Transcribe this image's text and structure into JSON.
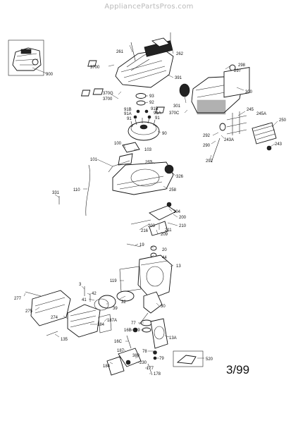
{
  "watermark": "AppliancePartsPros.com",
  "date_code": "3/99",
  "callouts": [
    {
      "id": "c900",
      "text": "900"
    },
    {
      "id": "c261",
      "text": "261"
    },
    {
      "id": "c262",
      "text": "262"
    },
    {
      "id": "c3700a",
      "text": "3700"
    },
    {
      "id": "c391",
      "text": "391"
    },
    {
      "id": "c298",
      "text": "298"
    },
    {
      "id": "c297",
      "text": "297"
    },
    {
      "id": "c300",
      "text": "300"
    },
    {
      "id": "c370g",
      "text": "370G"
    },
    {
      "id": "c3700b",
      "text": "3700"
    },
    {
      "id": "c93",
      "text": "93"
    },
    {
      "id": "c92",
      "text": "92"
    },
    {
      "id": "c301",
      "text": "301"
    },
    {
      "id": "c91b1",
      "text": "91B"
    },
    {
      "id": "c91b2",
      "text": "91B"
    },
    {
      "id": "c91a1",
      "text": "91A"
    },
    {
      "id": "c91a2",
      "text": "91A"
    },
    {
      "id": "c91_1",
      "text": "91"
    },
    {
      "id": "c91_2",
      "text": "91"
    },
    {
      "id": "c370c",
      "text": "370C"
    },
    {
      "id": "c245",
      "text": "245"
    },
    {
      "id": "c245a",
      "text": "245A"
    },
    {
      "id": "c250",
      "text": "250"
    },
    {
      "id": "c90",
      "text": "90"
    },
    {
      "id": "c292a",
      "text": "292"
    },
    {
      "id": "c290",
      "text": "290"
    },
    {
      "id": "c243a",
      "text": "243A"
    },
    {
      "id": "c243",
      "text": "243"
    },
    {
      "id": "c100",
      "text": "100"
    },
    {
      "id": "c103",
      "text": "103"
    },
    {
      "id": "c292b",
      "text": "292"
    },
    {
      "id": "c101",
      "text": "101"
    },
    {
      "id": "c257",
      "text": "257"
    },
    {
      "id": "c326",
      "text": "326"
    },
    {
      "id": "c110",
      "text": "110"
    },
    {
      "id": "c258",
      "text": "258"
    },
    {
      "id": "c331",
      "text": "331"
    },
    {
      "id": "c204",
      "text": "204"
    },
    {
      "id": "c200",
      "text": "200"
    },
    {
      "id": "c203",
      "text": "203"
    },
    {
      "id": "c210",
      "text": "210"
    },
    {
      "id": "c216",
      "text": "216"
    },
    {
      "id": "c211",
      "text": "211"
    },
    {
      "id": "c209",
      "text": "209"
    },
    {
      "id": "c19",
      "text": "19"
    },
    {
      "id": "c20",
      "text": "20"
    },
    {
      "id": "c44",
      "text": "44"
    },
    {
      "id": "c13",
      "text": "13"
    },
    {
      "id": "c119",
      "text": "119"
    },
    {
      "id": "c277",
      "text": "277"
    },
    {
      "id": "c3",
      "text": "3"
    },
    {
      "id": "c42",
      "text": "42"
    },
    {
      "id": "c41",
      "text": "41"
    },
    {
      "id": "c32",
      "text": "32"
    },
    {
      "id": "c39",
      "text": "39"
    },
    {
      "id": "c30",
      "text": "30"
    },
    {
      "id": "c275",
      "text": "275"
    },
    {
      "id": "c274",
      "text": "274"
    },
    {
      "id": "c187a",
      "text": "187A"
    },
    {
      "id": "c184a",
      "text": "184"
    },
    {
      "id": "c77",
      "text": "77"
    },
    {
      "id": "c16b",
      "text": "16B"
    },
    {
      "id": "c69",
      "text": "69"
    },
    {
      "id": "c135",
      "text": "135"
    },
    {
      "id": "c13a",
      "text": "13A"
    },
    {
      "id": "c16c",
      "text": "16C"
    },
    {
      "id": "c187",
      "text": "187"
    },
    {
      "id": "c78",
      "text": "78"
    },
    {
      "id": "c380",
      "text": "380"
    },
    {
      "id": "c79",
      "text": "79"
    },
    {
      "id": "c520",
      "text": "520"
    },
    {
      "id": "c184b",
      "text": "184"
    },
    {
      "id": "c230",
      "text": "230"
    },
    {
      "id": "c177",
      "text": "177"
    },
    {
      "id": "c178",
      "text": "178"
    }
  ]
}
